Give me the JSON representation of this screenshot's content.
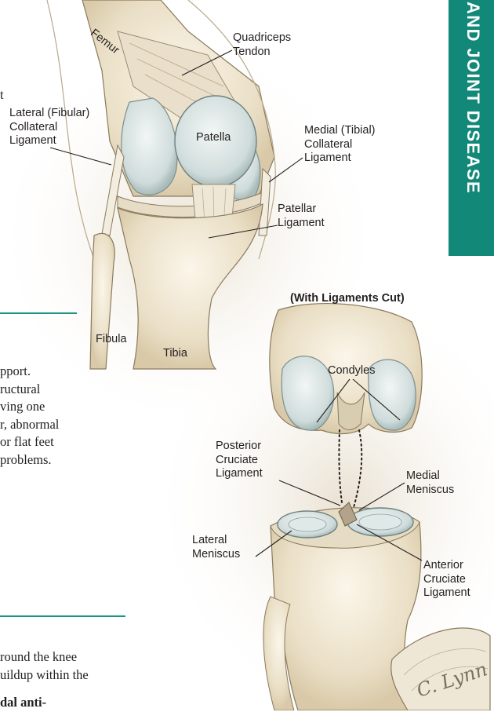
{
  "sidebar": {
    "section_tab": "AND JOINT DISEASE"
  },
  "main_figure": {
    "labels": {
      "femur": "Femur",
      "quadriceps_tendon": [
        "Quadriceps",
        "Tendon"
      ],
      "lateral_collateral": [
        "Lateral (Fibular)",
        "Collateral",
        "Ligament"
      ],
      "patella": "Patella",
      "medial_collateral": [
        "Medial (Tibial)",
        "Collateral",
        "Ligament"
      ],
      "patellar_ligament": [
        "Patellar",
        "Ligament"
      ],
      "fibula": "Fibula",
      "tibia": "Tibia"
    }
  },
  "inset_figure": {
    "title": "(With Ligaments Cut)",
    "labels": {
      "condyles": "Condyles",
      "posterior_cruciate": [
        "Posterior",
        "Cruciate",
        "Ligament"
      ],
      "medial_meniscus": [
        "Medial",
        "Meniscus"
      ],
      "lateral_meniscus": [
        "Lateral",
        "Meniscus"
      ],
      "anterior_cruciate": [
        "Anterior",
        "Cruciate",
        "Ligament"
      ]
    },
    "signature": "C. Lynn"
  },
  "body_text": {
    "fragment_top": "t",
    "paragraph_one": [
      "pport.",
      "ructural",
      "ving one",
      "r, abnormal",
      "or flat feet",
      "problems."
    ],
    "paragraph_two": [
      "round the knee",
      "uildup within the"
    ],
    "paragraph_three_bold": "dal anti-"
  },
  "colors": {
    "accent": "#118878",
    "rule": "#1a9486",
    "bone": "#efe6d2",
    "cartilage": "#d6e3e3"
  }
}
